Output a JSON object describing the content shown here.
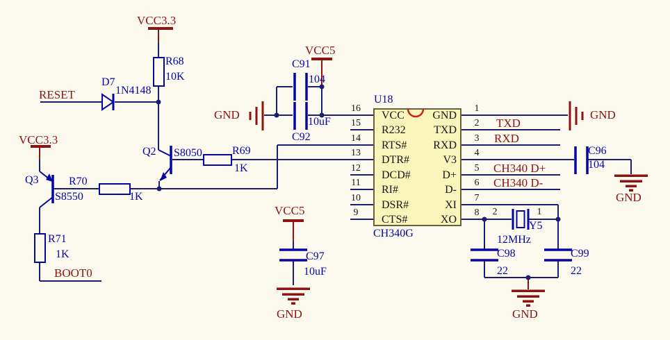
{
  "power": {
    "vcc33": "VCC3.3",
    "vcc5": "VCC5",
    "gnd": "GND"
  },
  "nets": {
    "reset": "RESET",
    "boot0": "BOOT0",
    "txd": "TXD",
    "rxd": "RXD",
    "dplus": "CH340 D+",
    "dminus": "CH340 D-"
  },
  "parts": {
    "r68": {
      "ref": "R68",
      "val": "10K"
    },
    "r69": {
      "ref": "R69",
      "val": "1K"
    },
    "r70": {
      "ref": "R70",
      "val": "1K"
    },
    "r71": {
      "ref": "R71",
      "val": "1K"
    },
    "d7": {
      "ref": "D7",
      "val": "1N4148"
    },
    "q2": {
      "ref": "Q2",
      "val": "S8050"
    },
    "q3": {
      "ref": "Q3",
      "val": "S8550"
    },
    "c91": {
      "ref": "C91",
      "val": "104"
    },
    "c92": {
      "ref": "C92",
      "val": "10uF"
    },
    "c96": {
      "ref": "C96",
      "val": "104"
    },
    "c97": {
      "ref": "C97",
      "val": "10uF"
    },
    "c98": {
      "ref": "C98",
      "val": "22"
    },
    "c99": {
      "ref": "C99",
      "val": "22"
    },
    "y5": {
      "ref": "Y5",
      "val": "12MHz",
      "p1": "1",
      "p2": "2"
    }
  },
  "ic": {
    "ref": "U18",
    "part": "CH340G",
    "left_pins": [
      {
        "num": "16",
        "name": "VCC"
      },
      {
        "num": "15",
        "name": "R232"
      },
      {
        "num": "14",
        "name": "RTS#"
      },
      {
        "num": "13",
        "name": "DTR#"
      },
      {
        "num": "12",
        "name": "DCD#"
      },
      {
        "num": "11",
        "name": "RI#"
      },
      {
        "num": "10",
        "name": "DSR#"
      },
      {
        "num": "9",
        "name": "CTS#"
      }
    ],
    "right_pins": [
      {
        "num": "1",
        "name": "GND"
      },
      {
        "num": "2",
        "name": "TXD"
      },
      {
        "num": "3",
        "name": "RXD"
      },
      {
        "num": "4",
        "name": "V3"
      },
      {
        "num": "5",
        "name": "D+"
      },
      {
        "num": "6",
        "name": "D-"
      },
      {
        "num": "7",
        "name": "XI"
      },
      {
        "num": "8",
        "name": "XO"
      }
    ]
  },
  "colors": {
    "wire": "#1c1c72",
    "symbol": "#0505a3",
    "power": "#8e1212",
    "ic_fill": "#f9f5bb",
    "notch": "#cf1f1f"
  }
}
